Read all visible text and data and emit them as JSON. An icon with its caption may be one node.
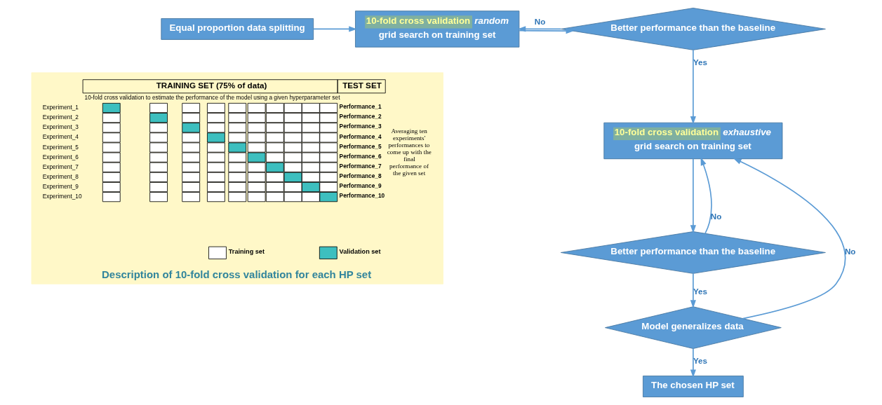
{
  "diagram": {
    "nodes": [
      {
        "text": [
          "Equal proportion data splitting"
        ]
      },
      {
        "text": [
          "10-fold cross validation",
          "random",
          "grid search on training set"
        ]
      },
      {
        "text": [
          "Better performance than the baseline"
        ]
      },
      {
        "text": [
          "10-fold cross validation",
          "exhaustive",
          "grid search on training set"
        ]
      },
      {
        "text": [
          "Better performance than the baseline"
        ]
      },
      {
        "text": [
          "Model generalizes data"
        ]
      },
      {
        "text": [
          "The chosen HP set"
        ]
      },
      {
        "text": [
          "Description of 10-fold cross validation for each HP set"
        ]
      }
    ],
    "edges": [
      {
        "from": 0,
        "to": 1,
        "arrow": "to"
      },
      {
        "from": 1,
        "to": 2,
        "arrow": "to"
      },
      {
        "from": 2,
        "to": 3,
        "arrow": "to",
        "label": "Yes"
      },
      {
        "from": 2,
        "to": 1,
        "arrow": "to",
        "label": "No"
      },
      {
        "from": 3,
        "to": 4,
        "arrow": "to"
      },
      {
        "from": 4,
        "to": 5,
        "arrow": "to",
        "label": "Yes"
      },
      {
        "from": 4,
        "to": 3,
        "arrow": "to",
        "label": "No"
      },
      {
        "from": 5,
        "to": 6,
        "arrow": "to",
        "label": "Yes"
      },
      {
        "from": 5,
        "to": 3,
        "arrow": "to",
        "label": "No"
      }
    ],
    "labels": [
      "TRAINING SET (75% of data)",
      "TEST SET",
      "10-fold cross validation to estimate the performance of the model using a given hyperparameter set",
      "Averaging ten experiments' performances to come up with the final performance of the given set",
      "Experiment_1",
      "Performance_1",
      "Experiment_2",
      "Performance_2",
      "Experiment_3",
      "Performance_3",
      "Experiment_4",
      "Performance_4",
      "Experiment_5",
      "Performance_5",
      "Experiment_6",
      "Performance_6",
      "Experiment_7",
      "Performance_7",
      "Experiment_8",
      "Performance_8",
      "Experiment_9",
      "Performance_9",
      "Experiment_10",
      "Performance_10"
    ],
    "legend": [
      {
        "text": "Training set",
        "color": "#ffffff"
      },
      {
        "text": "Validation set",
        "color": "#3dbfbf"
      }
    ]
  }
}
